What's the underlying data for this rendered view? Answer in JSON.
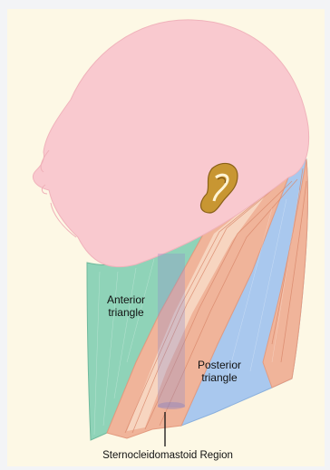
{
  "labels": {
    "anterior_line1": "Anterior",
    "anterior_line2": "triangle",
    "posterior_line1": "Posterior",
    "posterior_line2": "triangle",
    "region": "Sternocleidomastoid Region"
  },
  "colors": {
    "background": "#fdf8e5",
    "head": "#f9c9cf",
    "anterior_triangle": "#8fd3b8",
    "posterior_triangle": "#a9c8ee",
    "muscle": "#f0b49a",
    "muscle_light": "#f7d8c4",
    "ear_outer": "#c89632",
    "ear_inner": "#7a5214",
    "highlight_box": "#8e8cc9"
  }
}
